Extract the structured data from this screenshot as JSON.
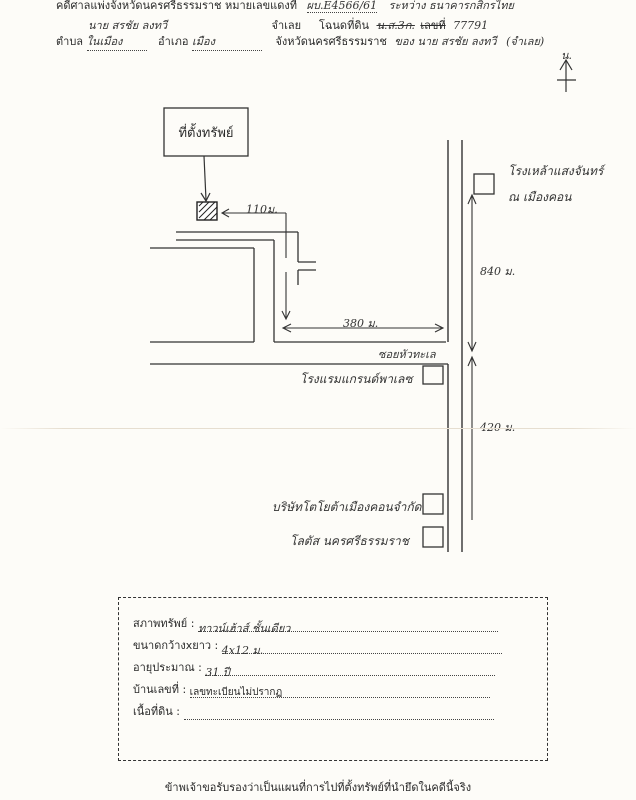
{
  "header": {
    "row1_left": "คดีศาลแพ่งจังหวัดนครศรีธรรมราช หมายเลขแดงที่",
    "row1_case": "ผบ.E4566/61",
    "row1_right": "ระหว่าง ธนาคารกสิกรไทย",
    "row2_name": "นาย สรชัย ลงทวี",
    "row2_mid": "จำเลย",
    "row2_deed": "โฉนดที่ดิน",
    "row2_deed_val": "น.ส.3ก.",
    "row2_no_label": "เลขที่",
    "row2_no_val": "77791",
    "row3_sub_label": "ตำบล",
    "row3_sub_val": "ในเมือง",
    "row3_dist_label": "อำเภอ",
    "row3_dist_val": "เมือง",
    "row3_prov": "จังหวัดนครศรีธรรมราช",
    "row3_owner": "ของ นาย สรชัย ลงทวี",
    "row3_owner_note": "(จำเลย)"
  },
  "map": {
    "north": "น.",
    "property_box": "ที่ตั้งทรัพย์",
    "dist_110": "110ม.",
    "dist_380": "380 ม.",
    "dist_840": "840 ม.",
    "dist_420": "420 ม.",
    "road_soi": "ซอยหัวทะเล",
    "landmark_1": "โรงเหล้าแสงจันทร์",
    "landmark_1b": "ณ เมืองคอน",
    "landmark_2": "โรงแรมแกรนด์พาเลซ",
    "landmark_3": "บริษัทโตโยต้าเมืองคอนจำกัด",
    "landmark_4": "โลตัส นครศรีธรรมราช"
  },
  "property": {
    "type_label": "สภาพทรัพย์ :",
    "type_val": "ทาวน์เฮ้าส์ ชั้นเดียว",
    "size_label": "ขนาดกว้างxยาว :",
    "size_val": "4x12 ม.",
    "age_label": "อายุประมาณ :",
    "age_val": "31 ปี",
    "house_label": "บ้านเลขที่ :",
    "house_val": "เลขทะเบียนไม่ปรากฏ",
    "land_label": "เนื้อที่ดิน :",
    "land_val": ""
  },
  "footer": {
    "certify": "ข้าพเจ้าขอรับรองว่าเป็นแผนที่การไปที่ตั้งทรัพย์ที่นำยึดในคดีนี้จริง"
  }
}
